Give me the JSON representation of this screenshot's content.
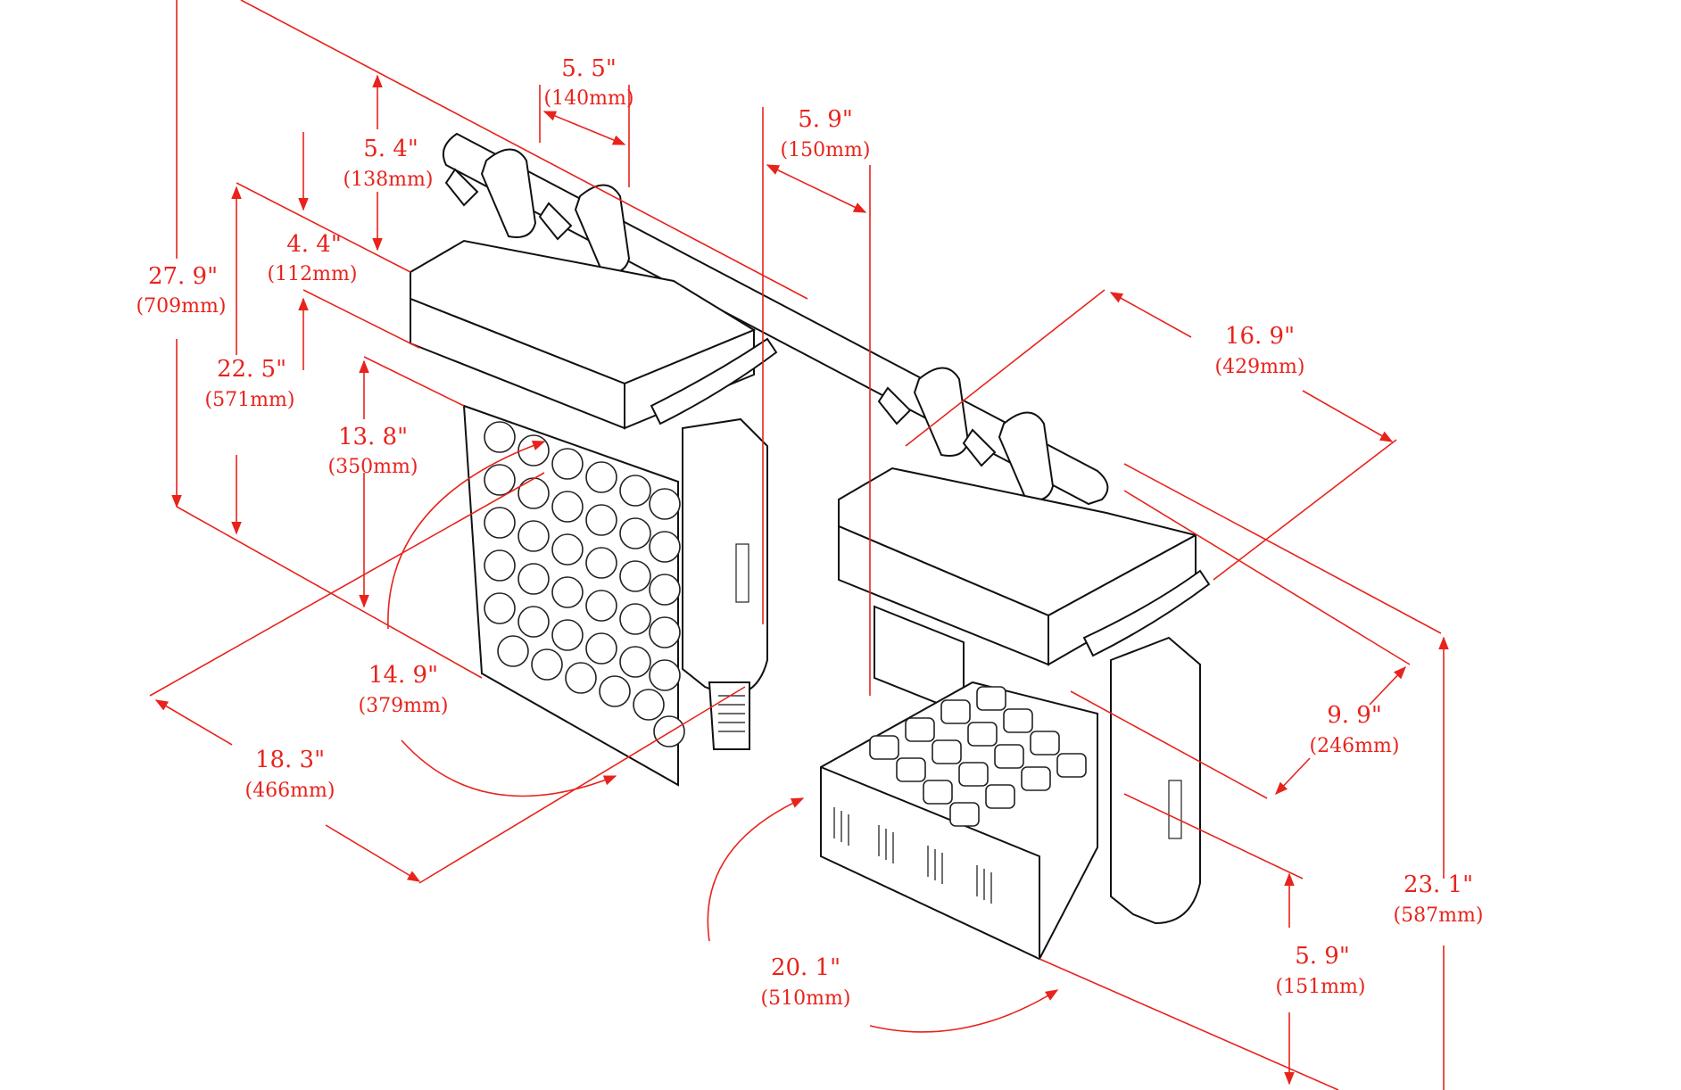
{
  "dimensions": [
    {
      "id": "overall-height",
      "inch": "27. 9\"",
      "mm": "(709mm)"
    },
    {
      "id": "body-height",
      "inch": "22. 5\"",
      "mm": "(571mm)"
    },
    {
      "id": "clamp-offset",
      "inch": "5. 4\"",
      "mm": "(138mm)"
    },
    {
      "id": "clamp-spacing",
      "inch": "5. 5\"",
      "mm": "(140mm)"
    },
    {
      "id": "top-depth",
      "inch": "4. 4\"",
      "mm": "(112mm)"
    },
    {
      "id": "panel-height",
      "inch": "13. 8\"",
      "mm": "(350mm)"
    },
    {
      "id": "arm-depth",
      "inch": "5. 9\"",
      "mm": "(150mm)"
    },
    {
      "id": "rotation-radius",
      "inch": "14. 9\"",
      "mm": "(379mm)"
    },
    {
      "id": "base-width",
      "inch": "18. 3\"",
      "mm": "(466mm)"
    },
    {
      "id": "fixture-length",
      "inch": "16. 9\"",
      "mm": "(429mm)"
    },
    {
      "id": "yoke-depth",
      "inch": "9. 9\"",
      "mm": "(246mm)"
    },
    {
      "id": "swing-radius",
      "inch": "20. 1\"",
      "mm": "(510mm)"
    },
    {
      "id": "head-height",
      "inch": "5. 9\"",
      "mm": "(151mm)"
    },
    {
      "id": "total-height-tilted",
      "inch": "23. 1\"",
      "mm": "(587mm)"
    }
  ],
  "colors": {
    "dimension": "#e8231c",
    "outline": "#111111",
    "background": "#ffffff"
  }
}
